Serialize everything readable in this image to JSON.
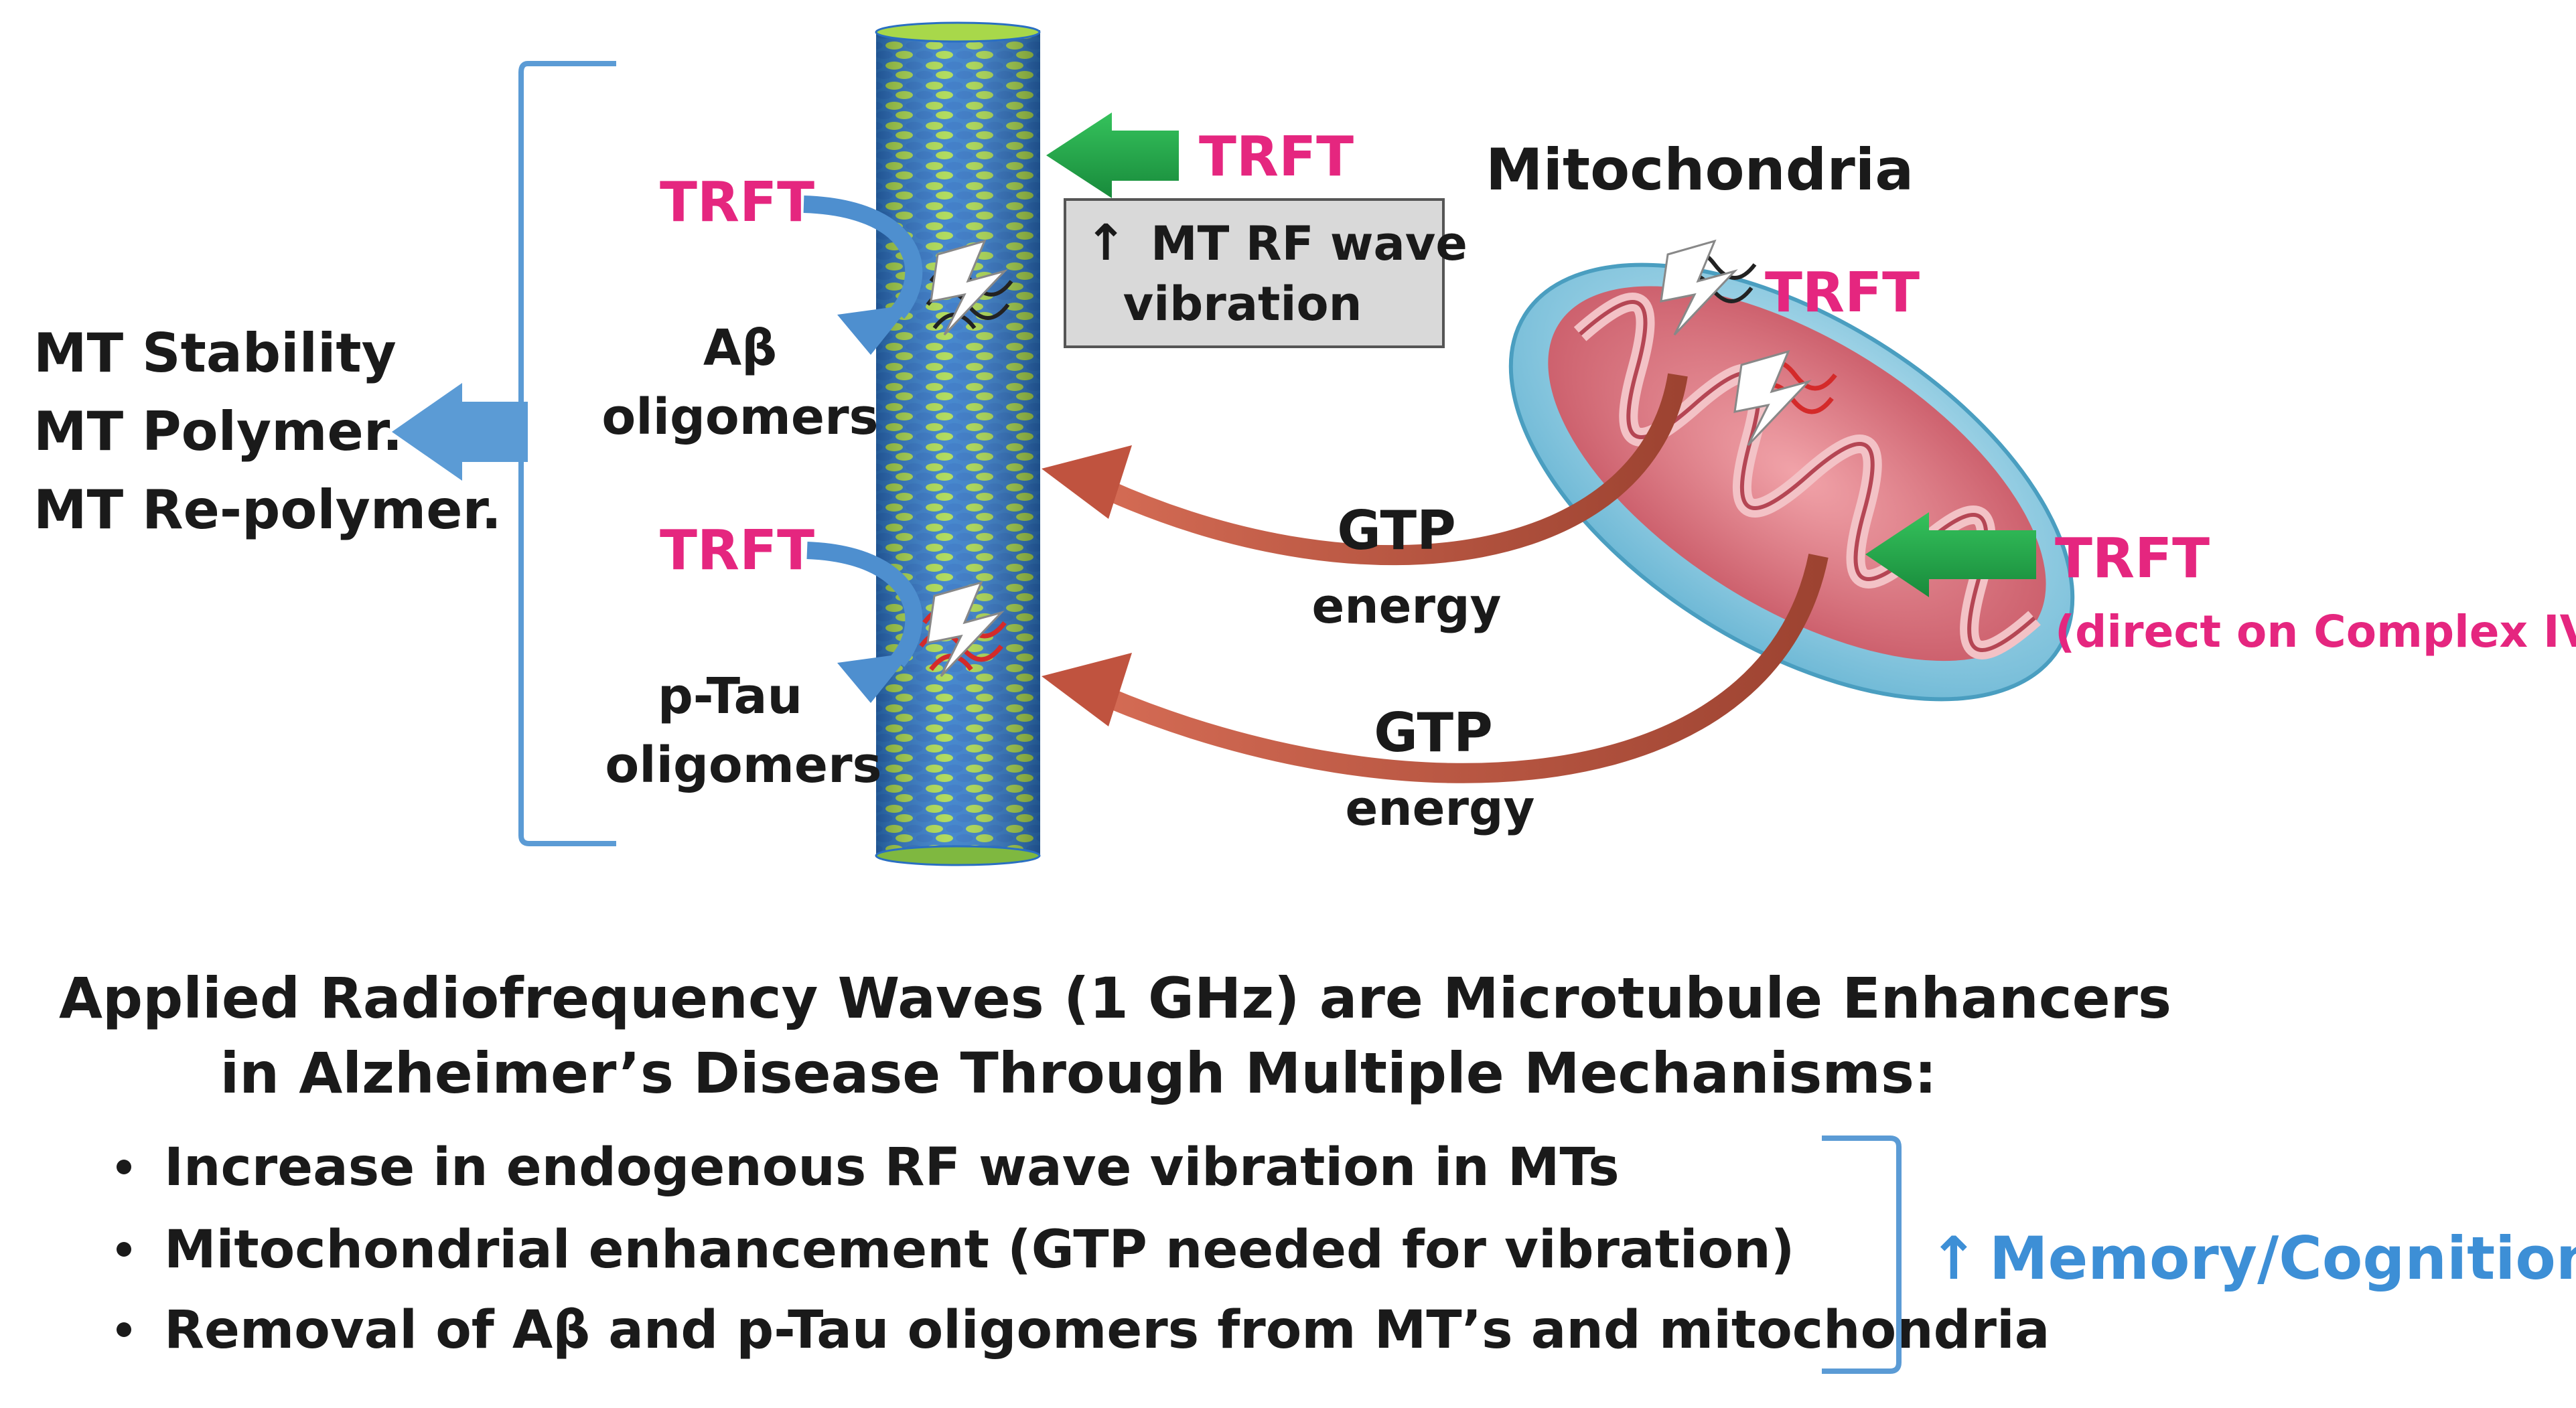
{
  "figure": {
    "effects": [
      "MT Stability",
      "MT Polymer.",
      "MT Re-polymer."
    ],
    "trft_label": "TRFT",
    "abeta_label": [
      "Aβ",
      "oligomers"
    ],
    "ptau_label": [
      "p-Tau",
      "oligomers"
    ],
    "rf_box": {
      "arrow": "↑",
      "line1": "MT RF wave",
      "line2": "vibration"
    },
    "mito_label": "Mitochondria",
    "complex_iv_label": "(direct on Complex IV)",
    "gtp_label": "GTP",
    "energy_label": "energy"
  },
  "caption": {
    "line1": "Applied Radiofrequency Waves (1 GHz) are Microtubule Enhancers",
    "line2": "in Alzheimer’s Disease Through Multiple Mechanisms:"
  },
  "mechanisms": [
    "Increase in endogenous RF wave vibration in MTs",
    "Mitochondrial enhancement (GTP needed for vibration)",
    "Removal of Aβ and p-Tau oligomers from MT’s and mitochondria"
  ],
  "outcome": {
    "arrow": "↑",
    "label": "Memory/Cognition"
  },
  "colors": {
    "trft_pink": "#e5267f",
    "bracket_blue": "#5b9bd5",
    "outcome_blue": "#3d8fd6",
    "green_arrow": "#1fa84a",
    "gtp_arrow": "#c0533f",
    "mito_outer": "#8fd0e6",
    "mito_inner": "#d9707b"
  }
}
